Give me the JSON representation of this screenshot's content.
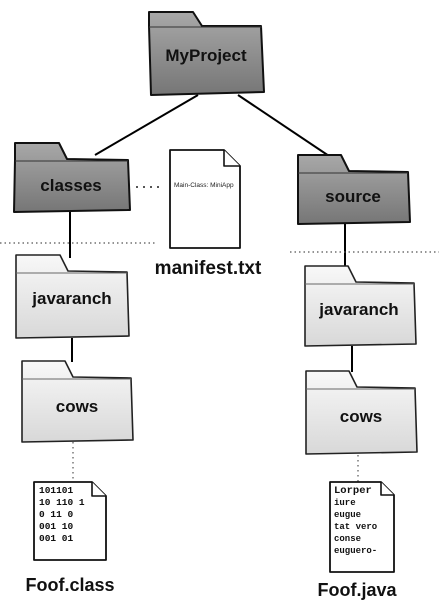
{
  "root": {
    "label": "MyProject"
  },
  "left_tree": {
    "folder": "classes",
    "subfolder": "javaranch",
    "subsubfolder": "cows",
    "file": {
      "name": "Foof.class",
      "content_lines": [
        "101101",
        "10 110 1",
        "0 11 0",
        "001 10",
        "001 01"
      ]
    }
  },
  "manifest": {
    "name": "manifest.txt",
    "content": "Main-Class: MiniApp"
  },
  "right_tree": {
    "folder": "source",
    "subfolder": "javaranch",
    "subsubfolder": "cows",
    "file": {
      "name": "Foof.java",
      "content_lines": [
        "Lorper",
        "iure",
        "eugue",
        "tat vero",
        "conse",
        "euguero-"
      ]
    }
  },
  "colors": {
    "dark_folder": "#8a8a8a",
    "light_folder": "#ececec",
    "line": "#000000"
  }
}
